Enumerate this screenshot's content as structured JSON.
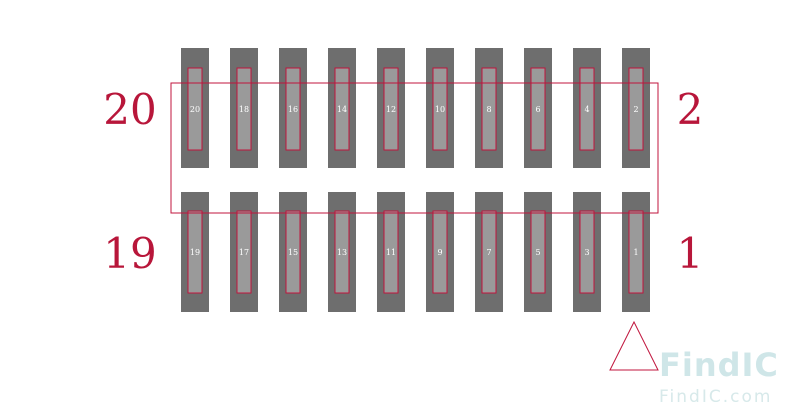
{
  "colors": {
    "pad": "#6e6e6e",
    "pin_outline": "#c0143c",
    "pin_fill": "#9a9a9a",
    "label": "#b8163a",
    "logo": "#cfe6e8"
  },
  "corner_labels": {
    "top_left": "20",
    "top_right": "2",
    "bottom_left": "19",
    "bottom_right": "1"
  },
  "top_row_pins": [
    "20",
    "18",
    "16",
    "14",
    "12",
    "10",
    "8",
    "6",
    "4",
    "2"
  ],
  "bottom_row_pins": [
    "19",
    "17",
    "15",
    "13",
    "11",
    "9",
    "7",
    "5",
    "3",
    "1"
  ],
  "watermark": {
    "brand": "FindIC",
    "url": "FindIC.com"
  }
}
